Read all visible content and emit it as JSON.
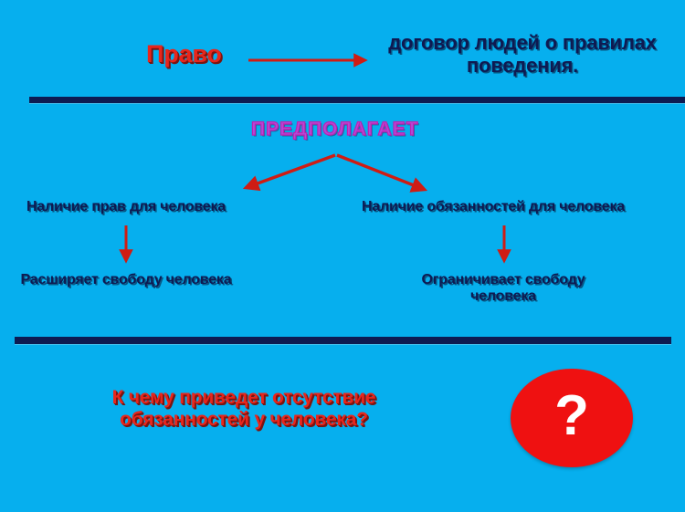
{
  "slide": {
    "background_color": "#06afee",
    "navy_color": "#0e1a52",
    "red_color": "#e8261c",
    "magenta_color": "#b44ad6",
    "badge_color": "#ef1111"
  },
  "header": {
    "term": "Право",
    "definition": "договор людей о правилах поведения."
  },
  "connector": {
    "label": "ПРЕДПОЛАГАЕТ"
  },
  "branches": [
    {
      "label": "Наличие прав для человека",
      "outcome": "Расширяет свободу человека"
    },
    {
      "label": "Наличие обязанностей для человека",
      "outcome": "Ограничивает свободу человека"
    }
  ],
  "footer": {
    "question": "К чему приведет отсутствие обязанностей у человека?",
    "badge_mark": "?"
  }
}
